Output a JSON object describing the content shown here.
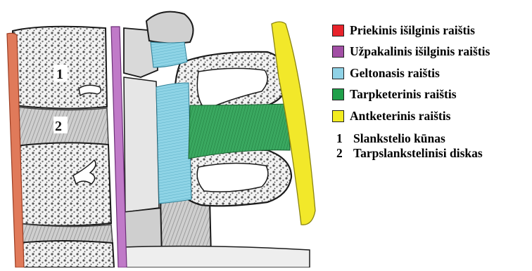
{
  "legend": {
    "items": [
      {
        "label": "Priekinis išilginis raištis",
        "color": "#e8232b",
        "icon": "red-swatch"
      },
      {
        "label": "Užpakalinis išilginis raištis",
        "color": "#a24fa5",
        "icon": "purple-swatch"
      },
      {
        "label": "Geltonasis raištis",
        "color": "#8fd2e6",
        "icon": "cyan-swatch"
      },
      {
        "label": "Tarpketerinis raištis",
        "color": "#1fa04a",
        "icon": "green-swatch"
      },
      {
        "label": "Antketerinis raištis",
        "color": "#f2ec1f",
        "icon": "yellow-swatch"
      }
    ],
    "numbered": [
      {
        "key": "1",
        "label": "Slankstelio kūnas"
      },
      {
        "key": "2",
        "label": "Tarpslankstelinisi diskas"
      }
    ]
  },
  "figure": {
    "markers": [
      "1",
      "2"
    ],
    "colors": {
      "anterior": "#e07a5a",
      "posterior": "#c07ac8",
      "flavum": "#8fd4e6",
      "interspinous": "#3aa860",
      "supraspinous": "#f2e82a",
      "bone_fill": "#9a9a9a",
      "bone_outline": "#1a1a1a"
    }
  }
}
